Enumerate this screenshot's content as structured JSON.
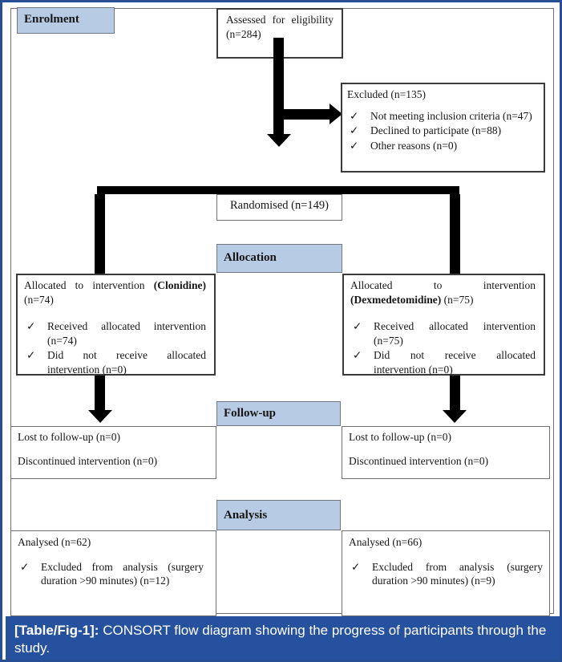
{
  "colors": {
    "page-border": "#274f96",
    "header-fill": "#b8cbe4",
    "header-border": "#70777f",
    "caption-bg": "#26519e",
    "caption-text": "#ffffff",
    "box-border": "#3a3a3a",
    "thin-border": "#6f6f6f",
    "arrow": "#000000",
    "text": "#161616"
  },
  "icons": {
    "check": "✓"
  },
  "flow": {
    "enrolment_label": "Enrolment",
    "assessed_text": "Assessed for eligibility (n=284)",
    "excluded": {
      "title": "Excluded (n=135)",
      "items": [
        "Not meeting inclusion criteria (n=47)",
        "Declined to participate (n=88)",
        "Other reasons (n=0)"
      ]
    },
    "randomised_text": "Randomised (n=149)",
    "allocation_label": "Allocation",
    "alloc_left": {
      "title_pre": "Allocated to intervention",
      "title_drug": "(Clonidine)",
      "title_n": "(n=74)",
      "items": [
        "Received allocated intervention (n=74)",
        "Did not receive allocated intervention (n=0)"
      ]
    },
    "alloc_right": {
      "title_pre": "Allocated to intervention",
      "title_drug": "(Dexmedetomidine)",
      "title_n": "(n=75)",
      "items": [
        "Received allocated intervention (n=75)",
        "Did not receive allocated intervention (n=0)"
      ]
    },
    "followup_label": "Follow-up",
    "followup_left": {
      "line1": "Lost to follow-up (n=0)",
      "line2": "Discontinued intervention (n=0)"
    },
    "followup_right": {
      "line1": "Lost to follow-up (n=0)",
      "line2": "Discontinued intervention (n=0)"
    },
    "analysis_label": "Analysis",
    "analysis_left": {
      "title": "Analysed (n=62)",
      "items": [
        "Excluded from analysis (surgery duration >90 minutes) (n=12)"
      ]
    },
    "analysis_right": {
      "title": "Analysed (n=66)",
      "items": [
        "Excluded from analysis (surgery duration >90 minutes) (n=9)"
      ]
    }
  },
  "caption": {
    "label": "[Table/Fig-1]:",
    "text": "CONSORT flow diagram showing the progress of participants through the study."
  }
}
